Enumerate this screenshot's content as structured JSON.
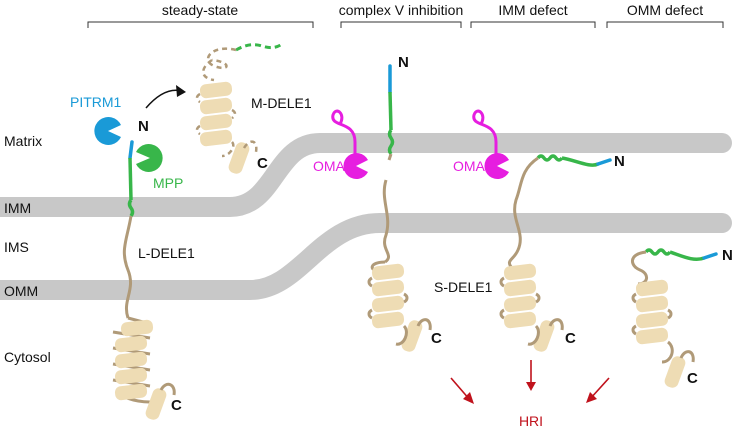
{
  "headers": {
    "steady_state": "steady-state",
    "complex_v": "complex V inhibition",
    "imm_defect": "IMM defect",
    "omm_defect": "OMM defect"
  },
  "compartments": {
    "matrix": "Matrix",
    "imm": "IMM",
    "ims": "IMS",
    "omm": "OMM",
    "cytosol": "Cytosol"
  },
  "labels": {
    "pitrm1": "PITRM1",
    "mpp": "MPP",
    "m_dele1": "M-DELE1",
    "l_dele1": "L-DELE1",
    "s_dele1": "S-DELE1",
    "oma1_a": "OMA1",
    "oma1_b": "OMA1",
    "hri": "HRI"
  },
  "termini": {
    "n": "N",
    "c": "C"
  },
  "colors": {
    "membrane": "#c8c8c8",
    "helix": "#eedcb4",
    "chain": "#b09a78",
    "mts": "#38b64a",
    "n_tip": "#1a9ad7",
    "oma1": "#e61ee0",
    "hri": "#c0121c"
  }
}
